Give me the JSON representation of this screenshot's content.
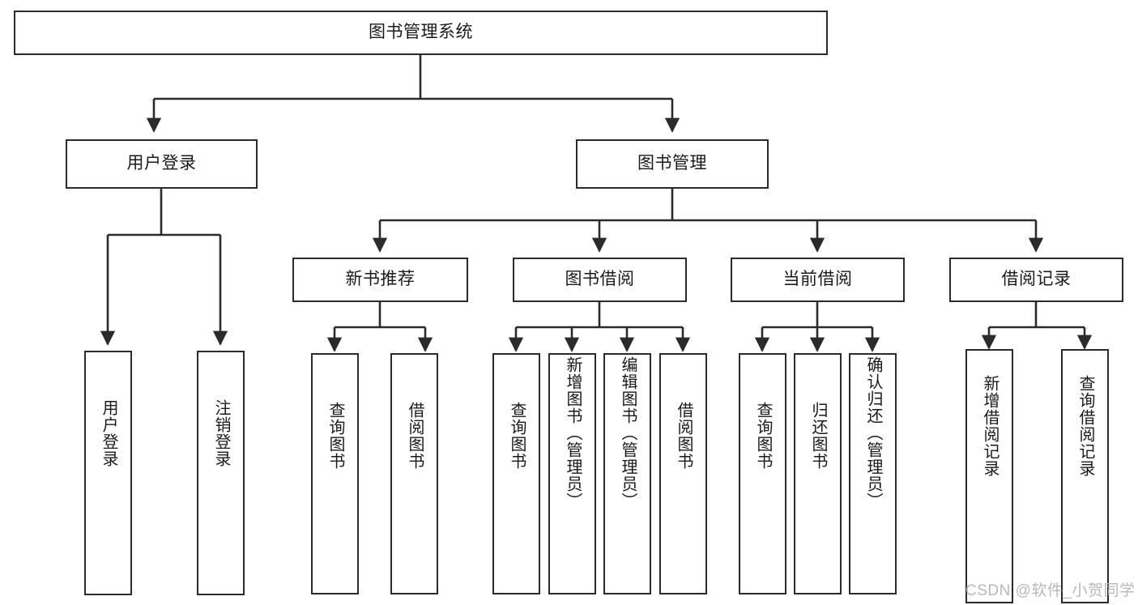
{
  "diagram": {
    "type": "tree-hierarchy",
    "title": "图书管理系统",
    "orientation": "top-down",
    "colors": {
      "background": "#ffffff",
      "box_border": "#2b2b2b",
      "box_fill": "#ffffff",
      "edge": "#2b2b2b",
      "text": "#1a1a1a",
      "watermark": "#b9b9b9"
    }
  },
  "nodes": {
    "root": {
      "label": "图书管理系统",
      "level": 0
    },
    "level1": [
      {
        "id": "user-login",
        "label": "用户登录"
      },
      {
        "id": "book-manage",
        "label": "图书管理"
      }
    ],
    "level2": [
      {
        "id": "new-book-rec",
        "label": "新书推荐",
        "parent": "book-manage"
      },
      {
        "id": "book-borrow",
        "label": "图书借阅",
        "parent": "book-manage"
      },
      {
        "id": "current-borrow",
        "label": "当前借阅",
        "parent": "book-manage"
      },
      {
        "id": "borrow-record",
        "label": "借阅记录",
        "parent": "book-manage"
      }
    ],
    "leaves": [
      {
        "id": "leaf-user-login",
        "label": "用户登录",
        "parent": "user-login"
      },
      {
        "id": "leaf-logout",
        "label": "注销登录",
        "parent": "user-login"
      },
      {
        "id": "leaf-query-book-1",
        "label": "查询图书",
        "parent": "new-book-rec"
      },
      {
        "id": "leaf-borrow-book-1",
        "label": "借阅图书",
        "parent": "new-book-rec"
      },
      {
        "id": "leaf-query-book-2",
        "label": "查询图书",
        "parent": "book-borrow"
      },
      {
        "id": "leaf-add-book",
        "label": "新增图书（管理员）",
        "parent": "book-borrow"
      },
      {
        "id": "leaf-edit-book",
        "label": "编辑图书（管理员）",
        "parent": "book-borrow"
      },
      {
        "id": "leaf-borrow-book-2",
        "label": "借阅图书",
        "parent": "book-borrow"
      },
      {
        "id": "leaf-query-book-3",
        "label": "查询图书",
        "parent": "current-borrow"
      },
      {
        "id": "leaf-return-book",
        "label": "归还图书",
        "parent": "current-borrow"
      },
      {
        "id": "leaf-confirm-return",
        "label": "确认归还（管理员）",
        "parent": "current-borrow"
      },
      {
        "id": "leaf-add-record",
        "label": "新增借阅记录",
        "parent": "borrow-record"
      },
      {
        "id": "leaf-query-record",
        "label": "查询借阅记录",
        "parent": "borrow-record"
      }
    ]
  },
  "watermark": {
    "text": "CSDN @软件_小贺同学"
  }
}
